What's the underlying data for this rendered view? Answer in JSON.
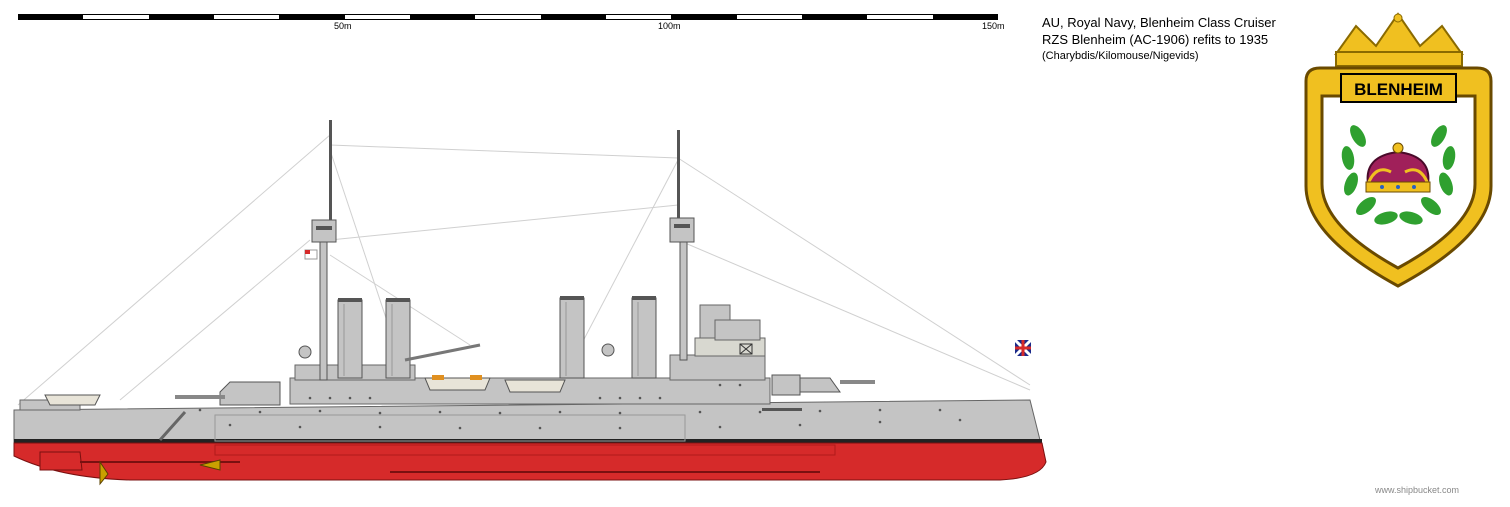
{
  "scale_bar": {
    "labels": [
      "50m",
      "100m",
      "150m"
    ]
  },
  "title": {
    "line1": "AU, Royal Navy, Blenheim Class Cruiser",
    "line2": "RZS Blenheim (AC-1906) refits to 1935",
    "line3": "(Charybdis/Kilomouse/Nigevids)"
  },
  "crest": {
    "name": "BLENHEIM",
    "icon": "crown-in-laurel-wreath-crest"
  },
  "ship": {
    "icon": "armoured-cruiser-side-profile",
    "flag_icon": "union-jack-flag"
  },
  "credit": "www.shipbucket.com",
  "colors": {
    "hull_upper": "#c4c4c4",
    "hull_lower": "#d62a2a",
    "crest_gold": "#f0c020",
    "laurel_green": "#2fa02f",
    "crown_red": "#a0205a"
  }
}
